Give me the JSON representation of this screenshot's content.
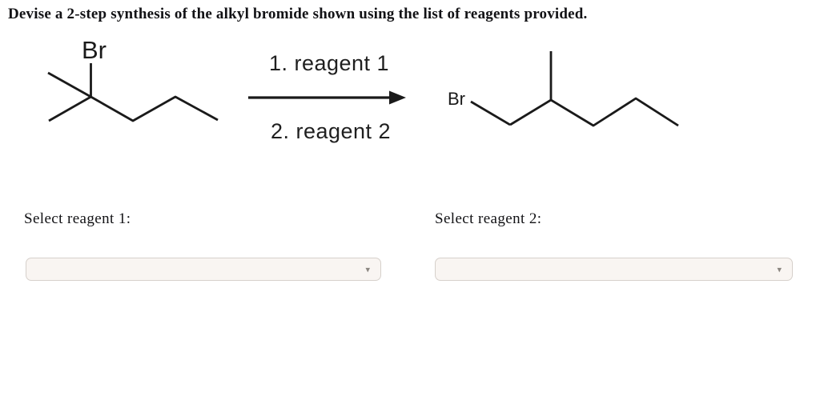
{
  "title": "Devise a 2-step synthesis of the alkyl bromide shown using the list of reagents provided.",
  "scheme": {
    "reactant_br_label": "Br",
    "product_br_label": "Br",
    "step1_label": "1. reagent 1",
    "step2_label": "2. reagent 2"
  },
  "form": {
    "reagent1": {
      "label": "Select reagent 1:",
      "value": ""
    },
    "reagent2": {
      "label": "Select reagent 2:",
      "value": ""
    }
  },
  "icons": {
    "dropdown_caret": "▾"
  },
  "colors": {
    "dropdown_bg": "#f9f5f2",
    "dropdown_border": "#d6d0cb",
    "caret": "#8b8680",
    "bond_stroke": "#1a1a1a",
    "text": "#121215"
  }
}
